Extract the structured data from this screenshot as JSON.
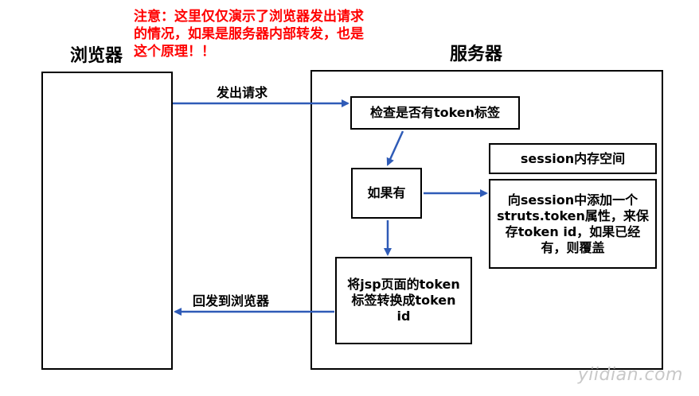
{
  "note": "注意：这里仅仅演示了浏览器发出请求的情况，如果是服务器内部转发，也是这个原理！！",
  "browser_title": "浏览器",
  "server_title": "服务器",
  "send_request": "发出请求",
  "send_back": "回发到浏览器",
  "check_token": "检查是否有token标签",
  "if_has": "如果有",
  "convert_token": "将jsp页面的token标签转换成token id",
  "session_title": "session内存空间",
  "session_body": "向session中添加一个struts.token属性，来保存token id，如果已经有，则覆盖",
  "watermark": "yiidian.com",
  "arrow_color": "#2f5bb7",
  "note_color": "#ff0000"
}
